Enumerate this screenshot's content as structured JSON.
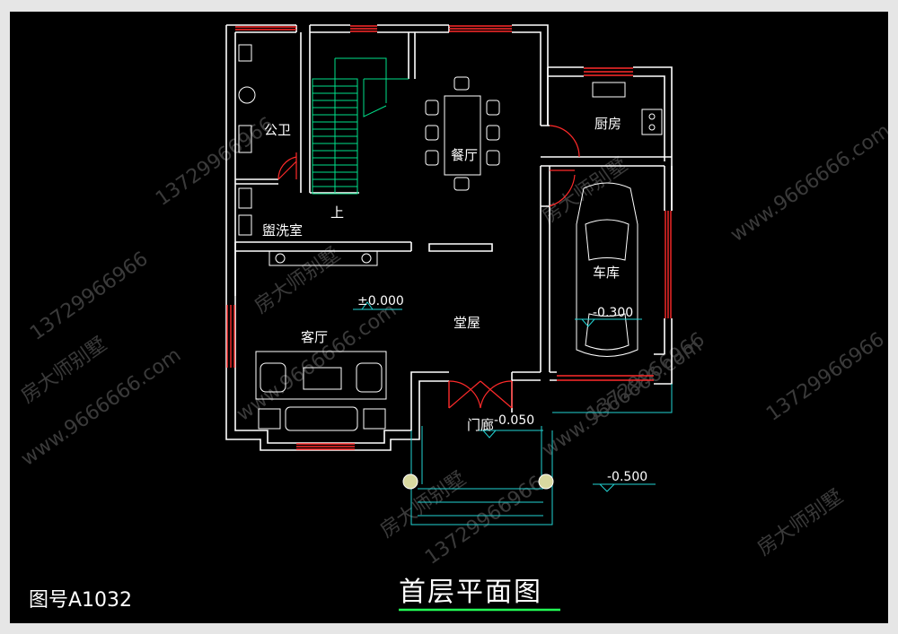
{
  "drawing": {
    "title": "首层平面图",
    "drawing_number": "图号A1032"
  },
  "rooms": {
    "public_bath": "公卫",
    "laundry": "盥洗室",
    "dining": "餐厅",
    "kitchen": "厨房",
    "garage": "车库",
    "living": "客厅",
    "hall": "堂屋",
    "porch": "门廊",
    "stair_up": "上"
  },
  "levels": {
    "floor": "±0.000",
    "garage": "-0.300",
    "porch": "-0.050",
    "outdoor": "-0.500"
  },
  "watermarks": {
    "brand": "房大师别墅",
    "phone": "13729966966",
    "site": "www.9666666.com"
  },
  "colors": {
    "background": "#000000",
    "wall": "#ffffff",
    "window": "#ff2a2a",
    "furniture": "#ffffff",
    "stair": "#00e08a",
    "dimension": "#22d3d3",
    "title_underline": "#22ff55"
  }
}
